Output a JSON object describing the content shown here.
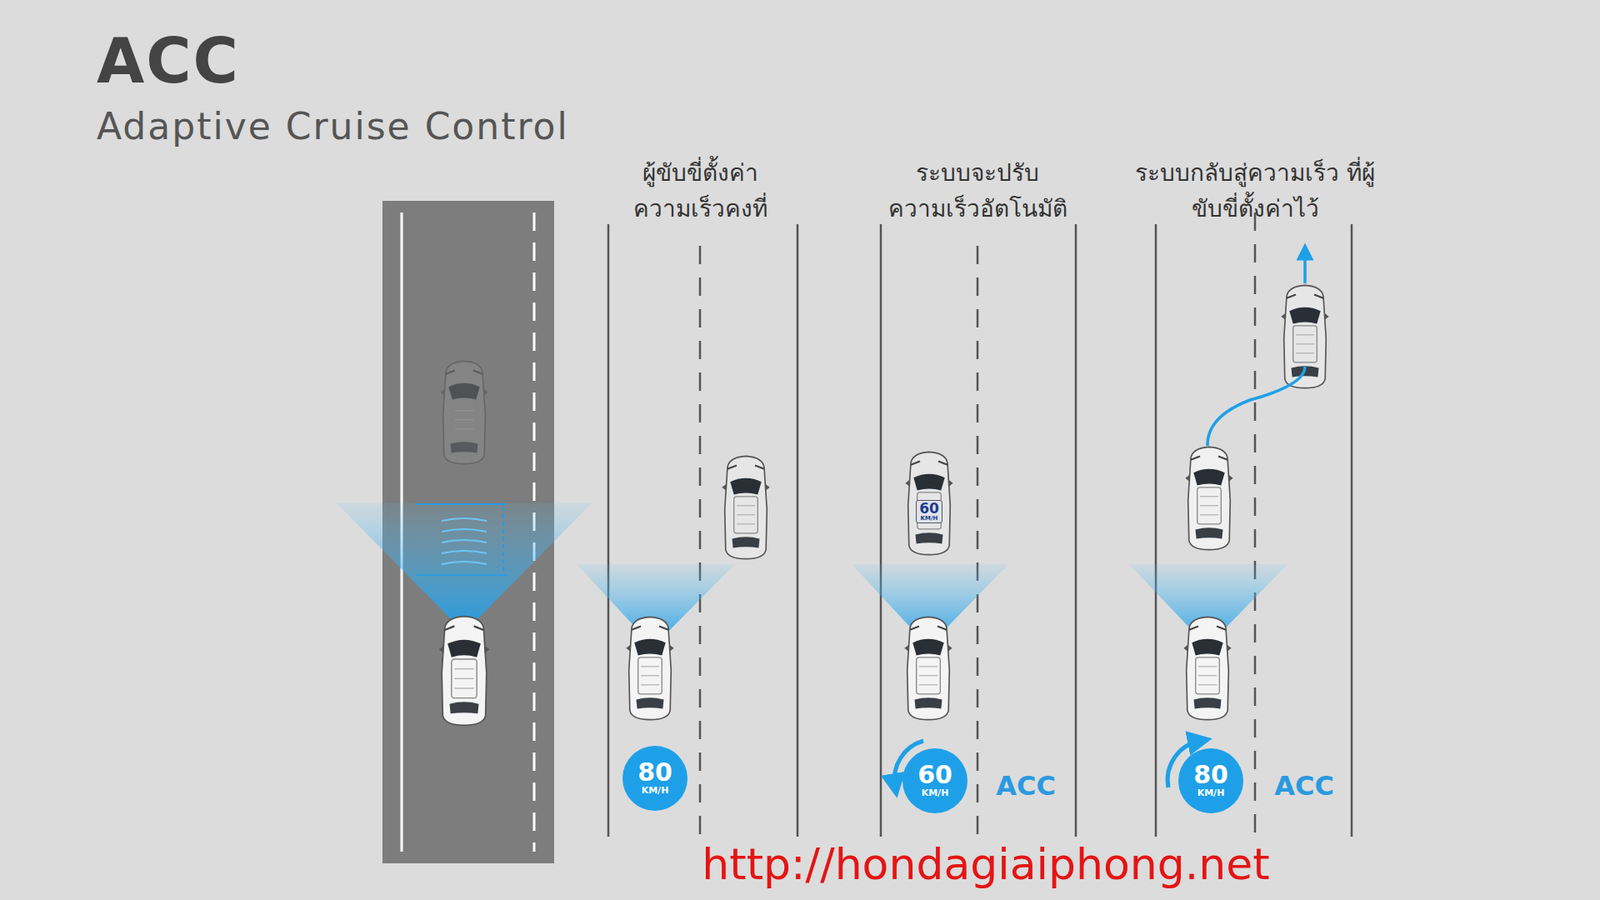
{
  "diagram": {
    "title": "ACC",
    "nodes": [
      {
        "text": [
          "80",
          "KM/H"
        ]
      },
      {
        "text": [
          "60",
          "KM/H"
        ]
      },
      {
        "text": [
          "60",
          "KM/H"
        ]
      },
      {
        "text": [
          "80",
          "KM/H"
        ]
      }
    ],
    "labels": [
      "Adaptive Cruise Control",
      "ผู้ขับขี่ตั้งค่า ความเร็วคงที่",
      "ระบบจะปรับ ความเร็วอัตโนมัติ",
      "ระบบกลับสู่ความเร็ว ที่ผู้ขับขี่ตั้งค่าไว้",
      "ACC",
      "ACC",
      "http://hondagiaiphong.net"
    ]
  }
}
